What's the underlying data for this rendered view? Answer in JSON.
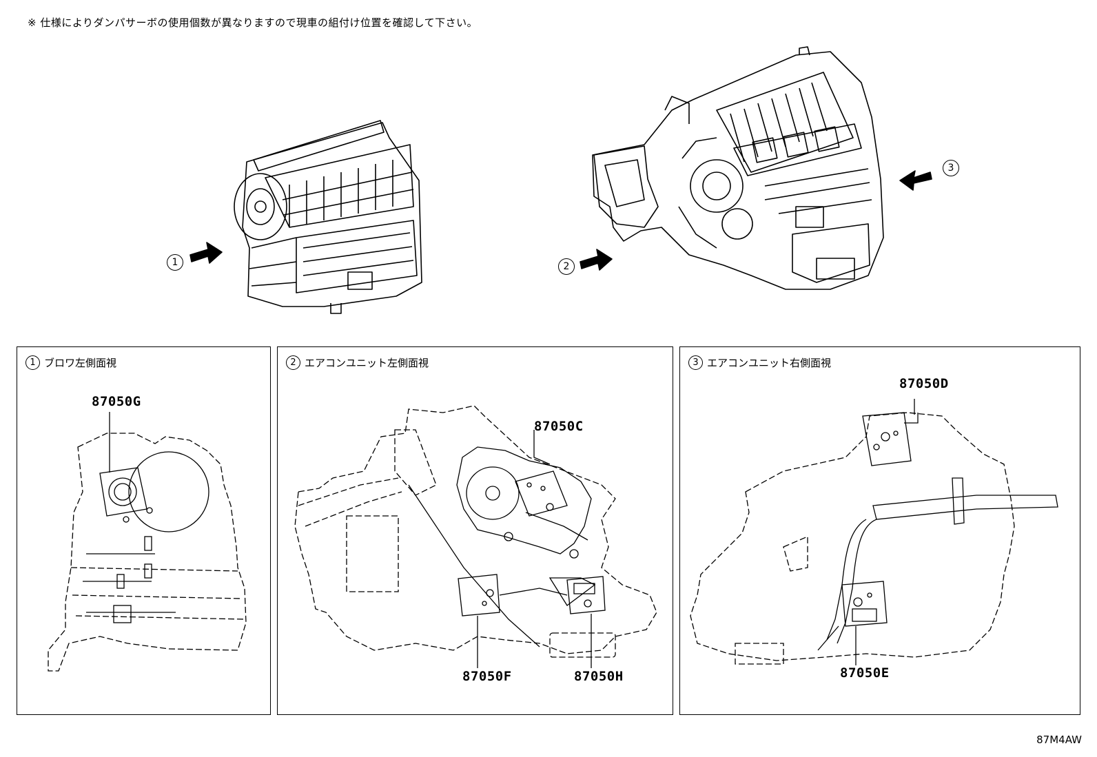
{
  "note": "※ 仕様によりダンパサーボの使用個数が異なりますので現車の組付け位置を確認して下さい。",
  "figure_id": "87M4AW",
  "callouts": {
    "c1": "1",
    "c2": "2",
    "c3": "3"
  },
  "panels": [
    {
      "num": "1",
      "title": "ブロワ左側面視",
      "parts": [
        "87050G"
      ]
    },
    {
      "num": "2",
      "title": "エアコンユニット左側面視",
      "parts": [
        "87050C",
        "87050F",
        "87050H"
      ]
    },
    {
      "num": "3",
      "title": "エアコンユニット右側面視",
      "parts": [
        "87050D",
        "87050E"
      ]
    }
  ]
}
